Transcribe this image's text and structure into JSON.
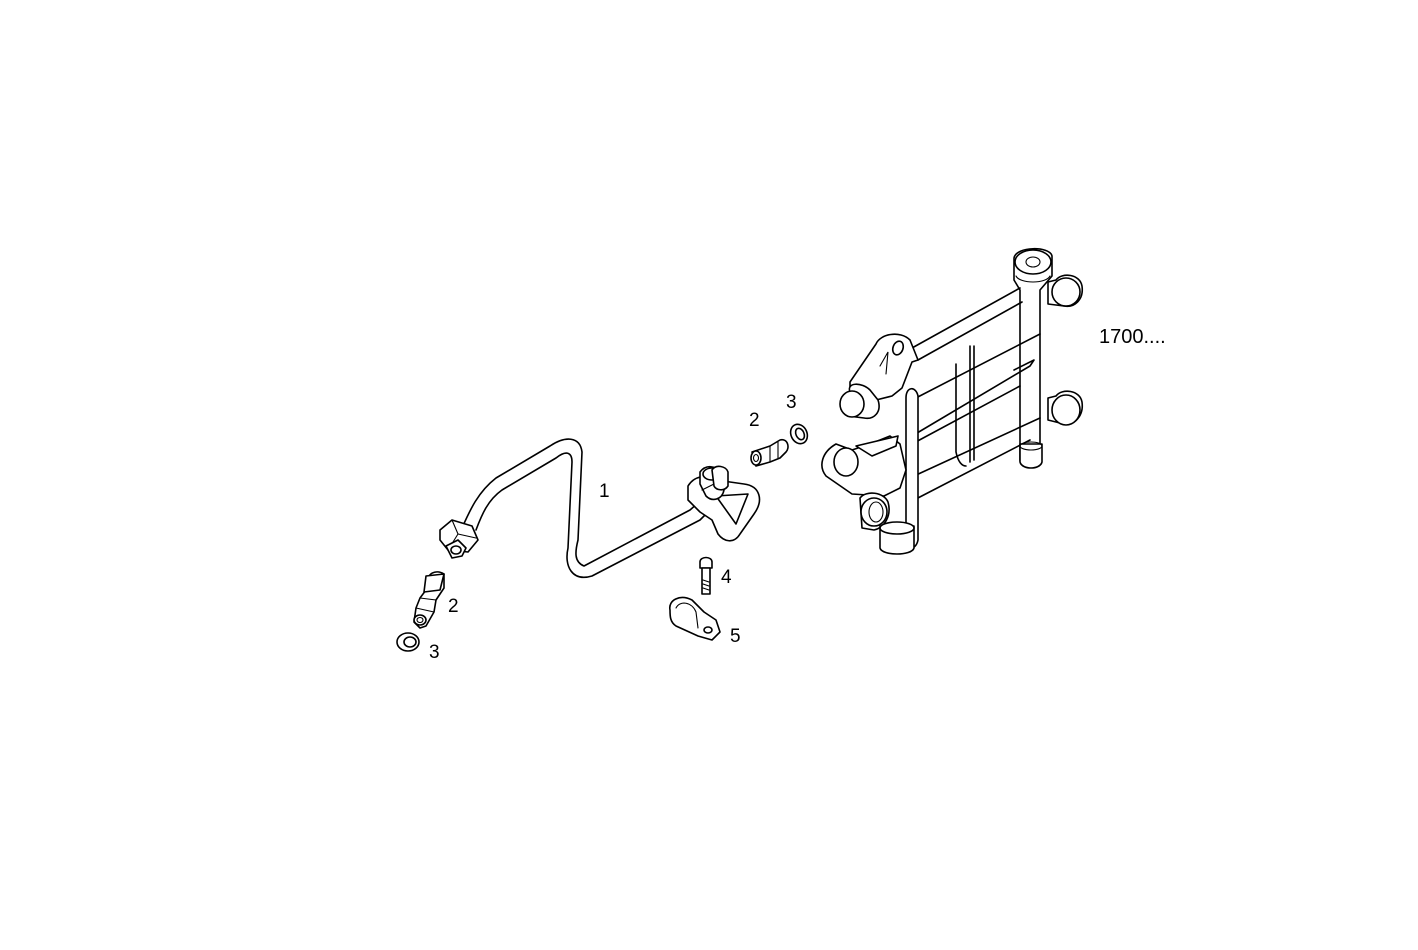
{
  "diagram": {
    "type": "exploded-parts-diagram",
    "background": "#ffffff",
    "line_color": "#000000",
    "assembly_reference": "1700....",
    "callouts": [
      {
        "id": "c1",
        "label": "1",
        "part": "pipe"
      },
      {
        "id": "c2a",
        "label": "2",
        "part": "union-fitting"
      },
      {
        "id": "c3a",
        "label": "3",
        "part": "sealing-washer"
      },
      {
        "id": "c2b",
        "label": "2",
        "part": "union-fitting"
      },
      {
        "id": "c3b",
        "label": "3",
        "part": "sealing-washer"
      },
      {
        "id": "c4",
        "label": "4",
        "part": "bolt"
      },
      {
        "id": "c5",
        "label": "5",
        "part": "clamp"
      }
    ]
  }
}
